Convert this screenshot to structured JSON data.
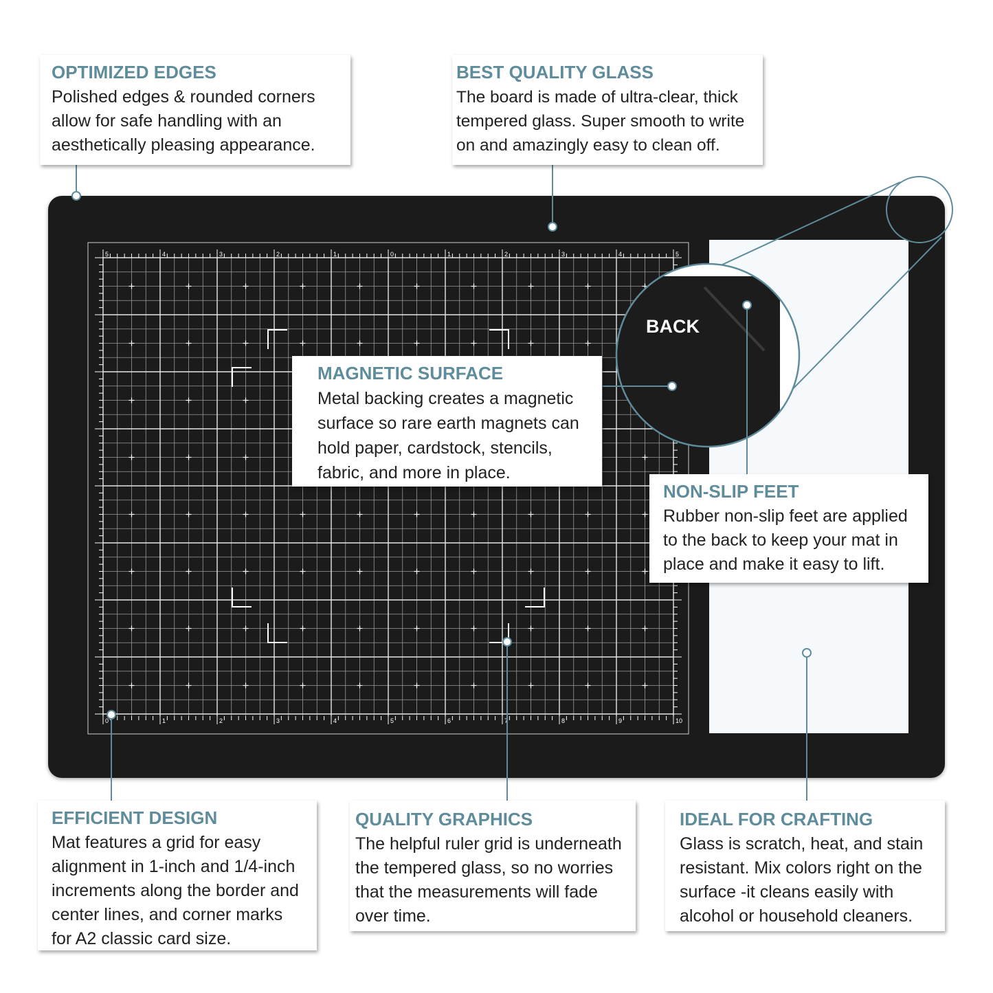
{
  "accent_color": "#5e8c9b",
  "callouts": {
    "edges": {
      "title": "OPTIMIZED EDGES",
      "body": "Polished edges & rounded corners allow for safe handling with an aesthetically pleasing appearance."
    },
    "glass": {
      "title": "BEST QUALITY GLASS",
      "body": "The board is made of ultra-clear, thick tempered glass. Super smooth to write on and amazingly easy to clean off."
    },
    "magnetic": {
      "title": "MAGNETIC SURFACE",
      "body": "Metal backing creates a magnetic surface so rare earth magnets can hold paper, cardstock, stencils, fabric, and more in place."
    },
    "feet": {
      "title": "NON-SLIP FEET",
      "body": "Rubber non-slip feet are applied to the back to keep your mat in place and make it easy to lift."
    },
    "design": {
      "title": "EFFICIENT DESIGN",
      "body": "Mat features a grid for easy alignment in 1-inch and 1/4-inch increments along the border and center lines, and corner marks for A2 classic card size."
    },
    "graphics": {
      "title": "QUALITY GRAPHICS",
      "body": "The helpful ruler grid is underneath the tempered glass, so no worries that the measurements will fade over time."
    },
    "crafting": {
      "title": "IDEAL FOR CRAFTING",
      "body": "Glass is scratch, heat, and stain resistant. Mix colors right on the surface -it cleans easily with alcohol or household cleaners."
    }
  },
  "zoom": {
    "label": "BACK"
  },
  "ruler": {
    "top_inches": [
      "5",
      "4",
      "3",
      "2",
      "1",
      "0",
      "1",
      "2",
      "3",
      "4",
      "5"
    ],
    "bottom_inches": [
      "0",
      "1",
      "2",
      "3",
      "4",
      "5",
      "6",
      "7",
      "8",
      "9",
      "10"
    ]
  }
}
